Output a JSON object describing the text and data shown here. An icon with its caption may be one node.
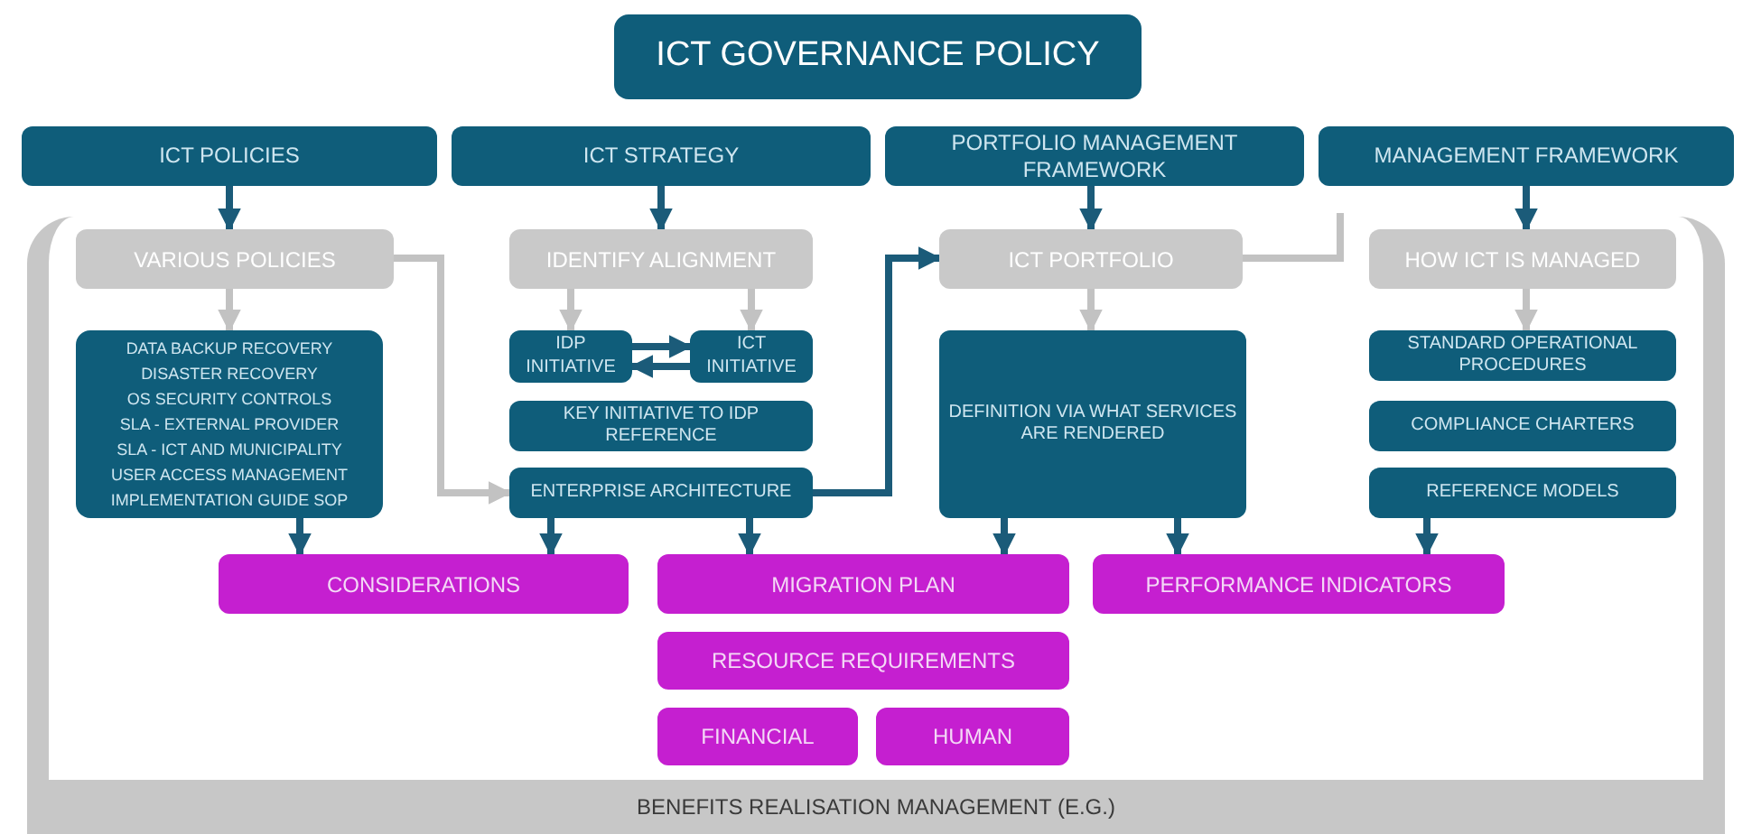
{
  "diagram": {
    "nodes": [
      {
        "text": [
          "ICT GOVERNANCE POLICY"
        ]
      },
      {
        "text": [
          "ICT POLICIES"
        ]
      },
      {
        "text": [
          "ICT STRATEGY"
        ]
      },
      {
        "text": [
          "PORTFOLIO MANAGEMENT FRAMEWORK"
        ]
      },
      {
        "text": [
          "MANAGEMENT FRAMEWORK"
        ]
      },
      {
        "text": [
          "BENEFITS REALISATION MANAGEMENT (E.G.)"
        ]
      },
      {
        "text": [
          "VARIOUS POLICIES"
        ],
        "in": 5
      },
      {
        "text": [
          "DATA BACKUP RECOVERY",
          "DISASTER RECOVERY",
          "OS SECURITY CONTROLS",
          "SLA - EXTERNAL PROVIDER",
          "SLA - ICT AND MUNICIPALITY",
          "USER ACCESS MANAGEMENT",
          "IMPLEMENTATION GUIDE SOP"
        ],
        "in": 5
      },
      {
        "text": [
          "IDENTIFY ALIGNMENT"
        ],
        "in": 5
      },
      {
        "text": [
          "IDP INITIATIVE"
        ],
        "in": 5
      },
      {
        "text": [
          "ICT INITIATIVE"
        ],
        "in": 5
      },
      {
        "text": [
          "KEY INITIATIVE TO IDP REFERENCE"
        ],
        "in": 5
      },
      {
        "text": [
          "ENTERPRISE ARCHITECTURE"
        ],
        "in": 5
      },
      {
        "text": [
          "ICT PORTFOLIO"
        ],
        "in": 5
      },
      {
        "text": [
          "DEFINITION VIA WHAT SERVICES ARE RENDERED"
        ],
        "in": 5
      },
      {
        "text": [
          "HOW ICT IS MANAGED"
        ],
        "in": 5
      },
      {
        "text": [
          "STANDARD OPERATIONAL PROCEDURES"
        ],
        "in": 5
      },
      {
        "text": [
          "COMPLIANCE CHARTERS"
        ],
        "in": 5
      },
      {
        "text": [
          "REFERENCE MODELS"
        ],
        "in": 5
      },
      {
        "text": [
          "CONSIDERATIONS"
        ],
        "in": 5
      },
      {
        "text": [
          "MIGRATION PLAN"
        ],
        "in": 5
      },
      {
        "text": [
          "PERFORMANCE INDICATORS"
        ],
        "in": 5
      },
      {
        "text": [
          "RESOURCE REQUIREMENTS"
        ],
        "in": 5
      },
      {
        "text": [
          "FINANCIAL"
        ],
        "in": 5
      },
      {
        "text": [
          "HUMAN"
        ],
        "in": 5
      }
    ],
    "edges": [
      {
        "from": 1,
        "to": 6,
        "arrow": "to"
      },
      {
        "from": 2,
        "to": 8,
        "arrow": "to"
      },
      {
        "from": 3,
        "to": 13,
        "arrow": "to"
      },
      {
        "from": 4,
        "to": 15,
        "arrow": "to"
      },
      {
        "from": 6,
        "to": 7,
        "arrow": "to",
        "color": "#c2c2c2"
      },
      {
        "from": 8,
        "to": 9,
        "arrow": "to",
        "color": "#c2c2c2"
      },
      {
        "from": 8,
        "to": 10,
        "arrow": "to",
        "color": "#c2c2c2"
      },
      {
        "from": 9,
        "to": 10,
        "arrow": "to"
      },
      {
        "from": 10,
        "to": 9,
        "arrow": "to"
      },
      {
        "from": 13,
        "to": 14,
        "arrow": "to",
        "color": "#c2c2c2"
      },
      {
        "from": 15,
        "to": 16,
        "arrow": "to",
        "color": "#c2c2c2"
      },
      {
        "from": 7,
        "to": 19,
        "arrow": "to"
      },
      {
        "from": 12,
        "to": 19,
        "arrow": "to"
      },
      {
        "from": 12,
        "to": 20,
        "arrow": "to"
      },
      {
        "from": 14,
        "to": 20,
        "arrow": "to"
      },
      {
        "from": 14,
        "to": 21,
        "arrow": "to"
      },
      {
        "from": 18,
        "to": 21,
        "arrow": "to"
      },
      {
        "from": 12,
        "to": 13,
        "arrow": "to"
      },
      {
        "from": 6,
        "to": 12,
        "arrow": "to",
        "color": "#c2c2c2"
      },
      {
        "from": 13,
        "to": null,
        "arrow": "none",
        "color": "#c2c2c2"
      }
    ]
  }
}
